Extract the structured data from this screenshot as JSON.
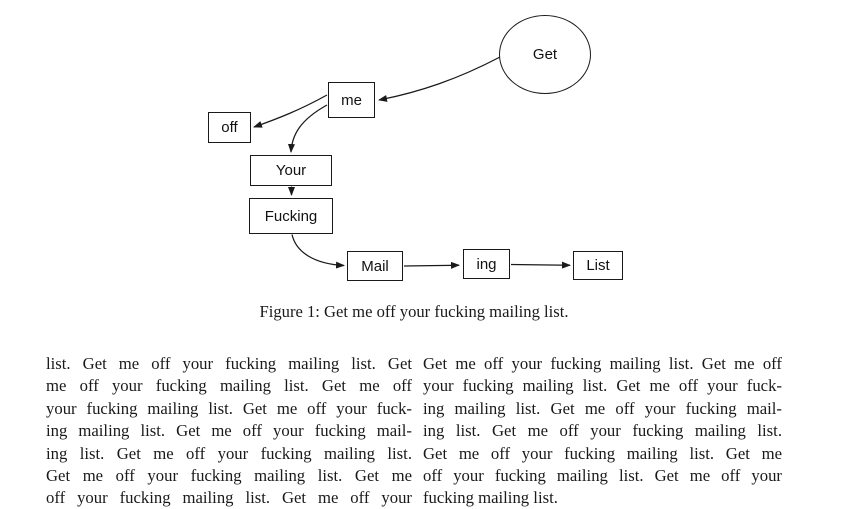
{
  "figure": {
    "caption": "Figure 1: Get me off your fucking mailing list.",
    "nodes": {
      "get": "Get",
      "me": "me",
      "off": "off",
      "your": "Your",
      "fucking": "Fucking",
      "mail": "Mail",
      "ing": "ing",
      "list": "List"
    },
    "edges": [
      "get->me",
      "me->off",
      "me->your",
      "your->fucking",
      "fucking->mail",
      "mail->ing",
      "ing->list"
    ]
  },
  "body": {
    "columns": {
      "left": [
        "list.  Get me off your fucking mailing list.  Get",
        "me off your fucking mailing list.  Get me off",
        "your fucking mailing list. Get me off your fuck-",
        "ing mailing list.  Get me off your fucking mail-",
        "ing list.  Get me off your fucking mailing list.",
        "Get me off your fucking mailing list.  Get me",
        "off your fucking mailing list.  Get me off your"
      ],
      "right": [
        "Get me off your fucking mailing list. Get me off",
        "your fucking mailing list. Get me off your fuck-",
        "ing mailing list.  Get me off your fucking mail-",
        "ing list.  Get me off your fucking mailing list.",
        "Get me off your fucking mailing list.  Get me",
        "off your fucking mailing list.  Get me off your",
        "fucking mailing list."
      ]
    }
  },
  "colors": {
    "ink": "#1a1a1a",
    "background": "#ffffff"
  }
}
